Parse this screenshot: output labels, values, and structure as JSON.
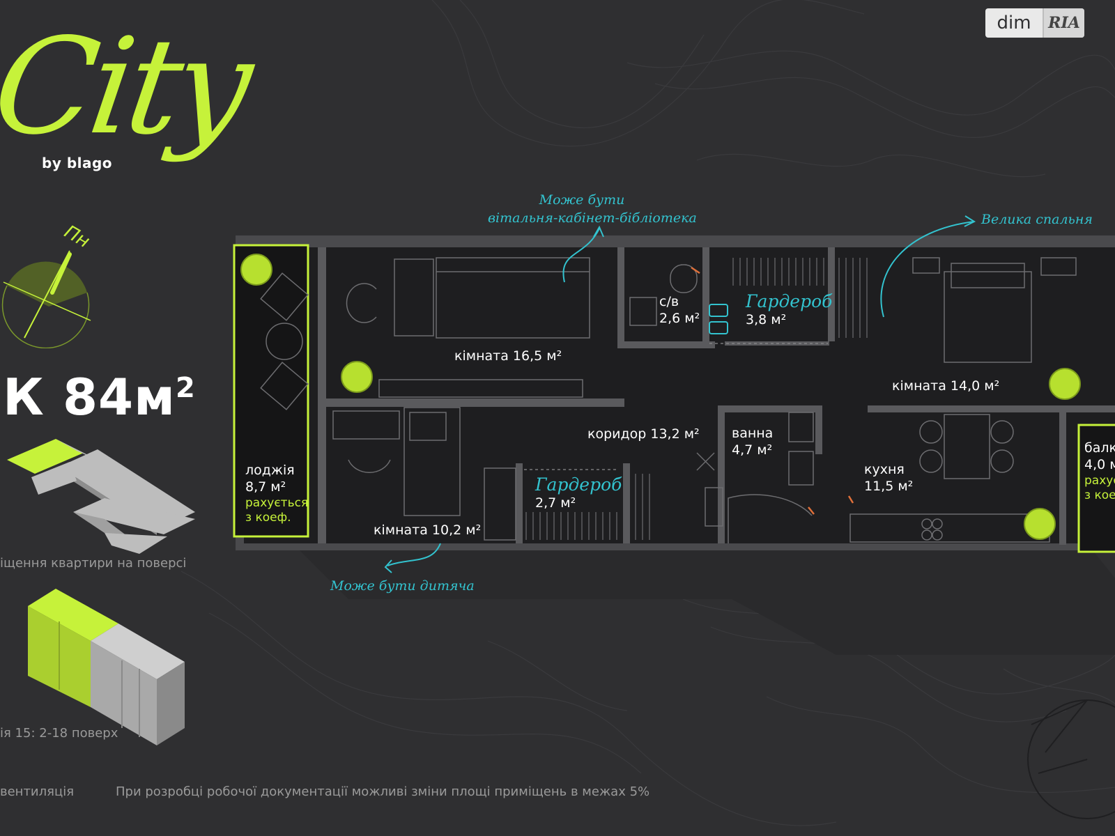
{
  "logo": {
    "wordmark": "City",
    "byline": "by blago"
  },
  "compass": {
    "label": "Пн"
  },
  "apartment": {
    "size_prefix": "К",
    "size": "84м",
    "size_sup": "2"
  },
  "captions": {
    "floor_position": "іщення квартири на поверсі",
    "section_floors": "ія 15: 2-18 поверх",
    "ventilation": "вентиляція",
    "disclaimer": "При розробці робочої документації можливі зміни площі приміщень в межах 5%"
  },
  "rooms": {
    "loggia": {
      "name": "лоджія",
      "area": "8,7 м²",
      "note1": "рахується",
      "note2": "з коеф."
    },
    "room1": {
      "label": "кімната 16,5 м²"
    },
    "wc": {
      "name": "с/в",
      "area": "2,6 м²"
    },
    "wardrobe1": {
      "name": "Гардероб",
      "area": "3,8 м²"
    },
    "room3": {
      "label": "кімната 14,0 м²"
    },
    "corridor": {
      "label": "коридор 13,2 м²"
    },
    "wardrobe2": {
      "name": "Гардероб",
      "area": "2,7 м²"
    },
    "room2": {
      "label": "кімната 10,2 м²"
    },
    "bath": {
      "name": "ванна",
      "area": "4,7 м²"
    },
    "kitchen": {
      "name": "кухня",
      "area": "11,5 м²"
    },
    "balcony": {
      "name": "балк",
      "area": "4,0 м",
      "note1": "рахує",
      "note2": "з кое"
    }
  },
  "notes": {
    "living_line1": "Може бути",
    "living_line2": "вітальня-кабінет-бібліотека",
    "bedroom": "Велика спальня",
    "kids": "Може бути дитяча"
  },
  "watermark": {
    "left": "dim",
    "right": "RIA"
  },
  "colors": {
    "background": "#2f2f31",
    "accent": "#c6f23a",
    "note": "#33c3cf",
    "plan_fill": "#1e1e20",
    "wall": "#5a5a5d"
  }
}
